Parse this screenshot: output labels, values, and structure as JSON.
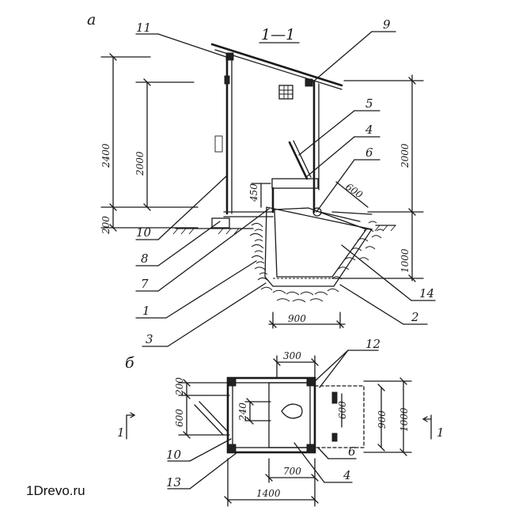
{
  "view_a": {
    "label": "a",
    "section_title": "1—1",
    "dims": {
      "h_total": "2400",
      "h_inner": "2000",
      "h_right": "2000",
      "h_base": "200",
      "h_seat": "450",
      "pit_depth": "1000",
      "pit_width": "900",
      "lid": "600"
    },
    "callouts": [
      "11",
      "9",
      "5",
      "4",
      "6",
      "10",
      "8",
      "7",
      "1",
      "3",
      "14",
      "2"
    ]
  },
  "view_b": {
    "label": "б",
    "dims": {
      "top": "300",
      "left_200": "200",
      "left_600": "600",
      "hole_240": "240",
      "right_600": "600",
      "right_900": "900",
      "right_1000": "1000",
      "inner_700": "700",
      "total_1400": "1400"
    },
    "callouts": [
      "12",
      "10",
      "13",
      "6",
      "4"
    ],
    "section_mark": "1"
  },
  "watermark": "1Drevo.ru"
}
